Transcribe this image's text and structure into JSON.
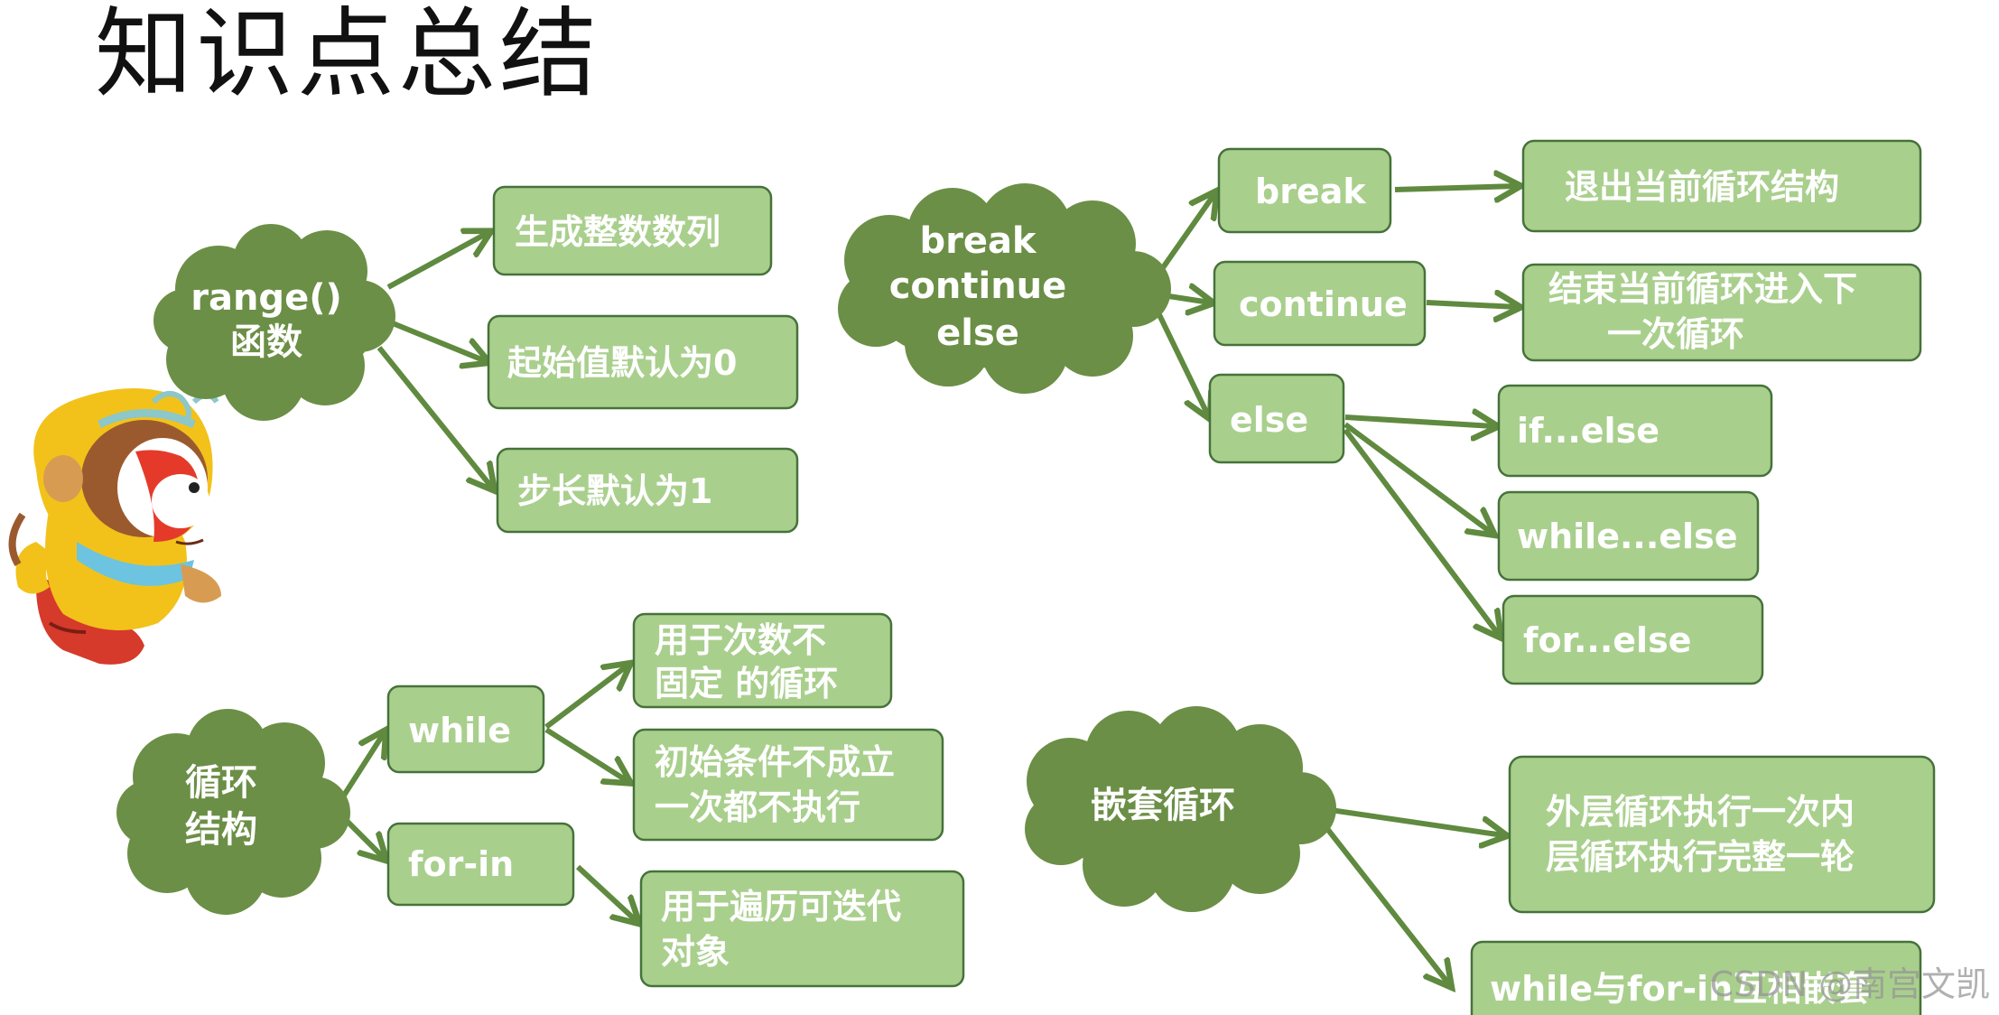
{
  "title": "知识点总结",
  "watermark": "CSDN @南宫文凯",
  "colors": {
    "cloud_fill": "#6b8f46",
    "box_fill": "#a9cf8d",
    "box_border": "#46723a",
    "arrow": "#5f8a3f",
    "text": "#ffffff"
  },
  "clouds": {
    "range": [
      "range()",
      "函数"
    ],
    "break": [
      "break",
      "continue",
      "else"
    ],
    "loop": [
      "循环",
      "结构"
    ],
    "nested": [
      "嵌套循环"
    ]
  },
  "boxes": {
    "range_1": [
      "生成整数数列"
    ],
    "range_2": [
      "起始值默认为0"
    ],
    "range_3": [
      "步长默认为1"
    ],
    "break": [
      "break"
    ],
    "continue": [
      "continue"
    ],
    "else": [
      "else"
    ],
    "break_desc": [
      "退出当前循环结构"
    ],
    "continue_desc": [
      "结束当前循环进入下",
      "一次循环"
    ],
    "if_else": [
      "if...else"
    ],
    "while_else": [
      "while...else"
    ],
    "for_else": [
      "for...else"
    ],
    "while": [
      "while"
    ],
    "for_in": [
      "for-in"
    ],
    "while_1": [
      "用于次数不",
      "固定 的循环"
    ],
    "while_2": [
      "初始条件不成立",
      "一次都不执行"
    ],
    "for_1": [
      "用于遍历可迭代",
      "对象"
    ],
    "nested_1": [
      "外层循环执行一次内",
      "层循环执行完整一轮"
    ],
    "nested_2": [
      "while与for-in互相嵌套"
    ]
  }
}
